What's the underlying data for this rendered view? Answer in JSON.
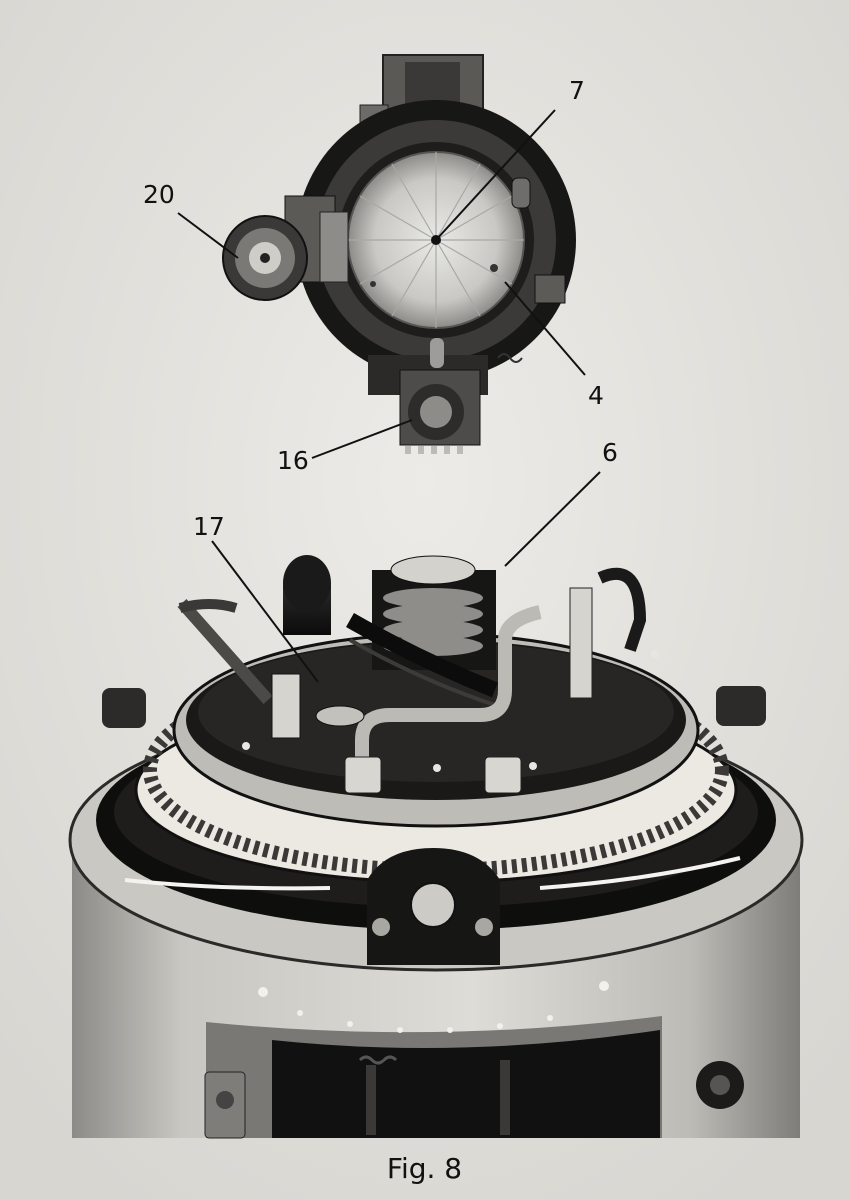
{
  "figure": {
    "caption": "Fig. 8",
    "callouts": [
      {
        "id": "7",
        "label": "7"
      },
      {
        "id": "20",
        "label": "20"
      },
      {
        "id": "4",
        "label": "4"
      },
      {
        "id": "16",
        "label": "16"
      },
      {
        "id": "6",
        "label": "6"
      },
      {
        "id": "17",
        "label": "17"
      }
    ]
  }
}
